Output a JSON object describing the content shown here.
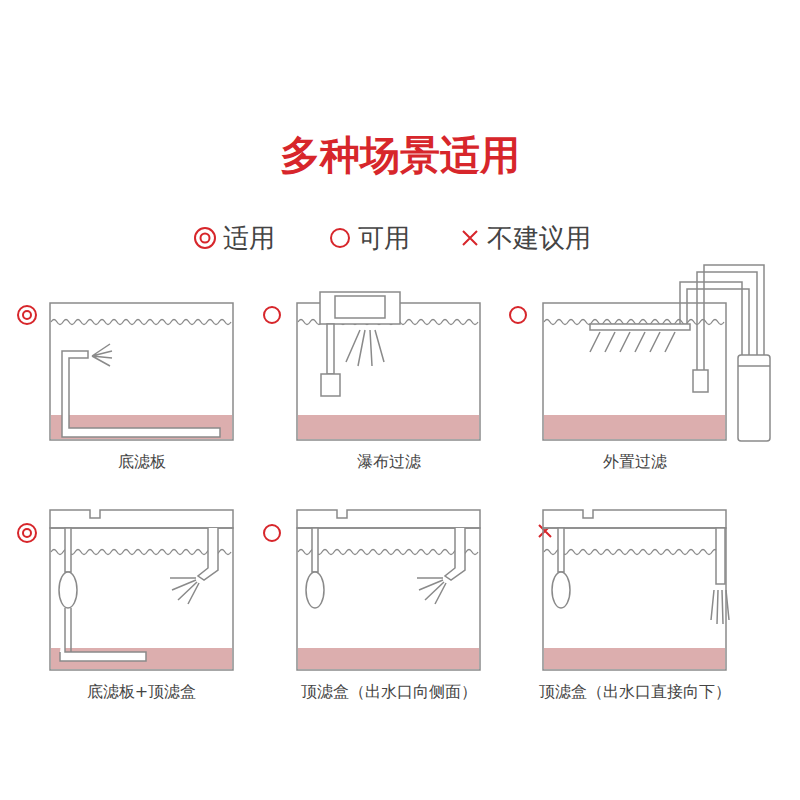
{
  "diagram": {
    "title": "多种场景适用",
    "nodes": [
      {
        "text": [
          "底滤板"
        ]
      },
      {
        "text": [
          "瀑布过滤"
        ]
      },
      {
        "text": [
          "外置过滤"
        ]
      },
      {
        "text": [
          "底滤板+顶滤盒"
        ]
      },
      {
        "text": [
          "顶滤盒（出水口向侧面）"
        ]
      },
      {
        "text": [
          "顶滤盒（出水口直接向下）"
        ]
      }
    ],
    "legend": [
      {
        "text": "适用"
      },
      {
        "text": "可用"
      },
      {
        "text": "不建议用"
      }
    ]
  }
}
